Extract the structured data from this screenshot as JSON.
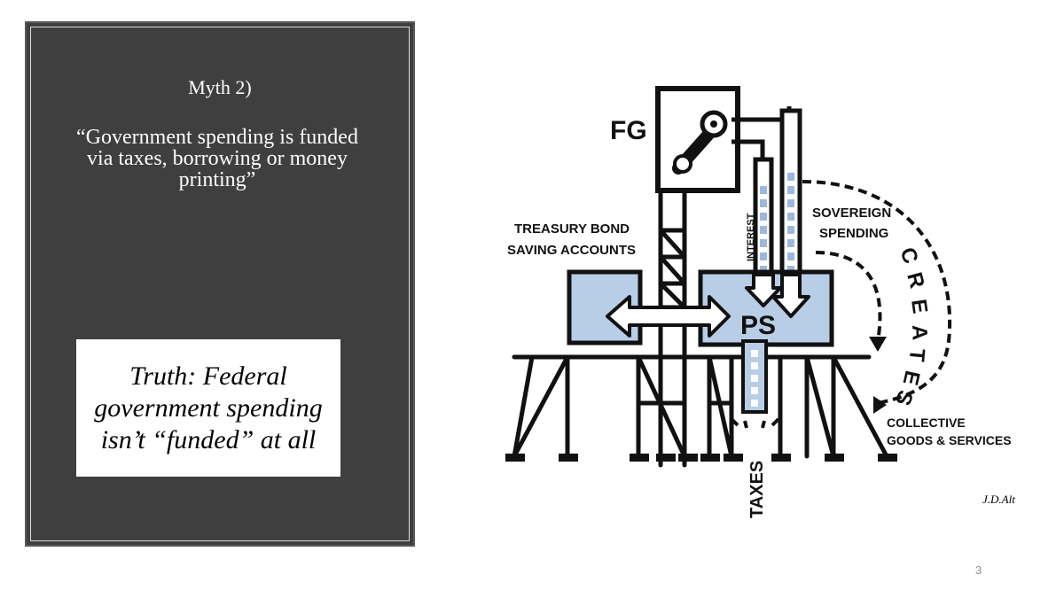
{
  "slide": {
    "myth_title": "Myth 2)",
    "myth_quote": "“Government spending is funded via taxes, borrowing or money printing”",
    "truth": "Truth: Federal government spending isn’t “funded” at all",
    "credit": "J.D.Alt",
    "slide_number": "3"
  },
  "diagram": {
    "labels": {
      "fg": "FG",
      "ps": "PS",
      "treasury_line1": "TREASURY BOND",
      "treasury_line2": "SAVING ACCOUNTS",
      "interest": "INTEREST",
      "sovereign_line1": "SOVEREIGN",
      "sovereign_line2": "SPENDING",
      "creates": [
        "C",
        "R",
        "E",
        "A",
        "T",
        "E",
        "S"
      ],
      "collective_line1": "COLLECTIVE",
      "collective_line2": "GOODS & SERVICES",
      "taxes": "TAXES"
    },
    "colors": {
      "tank_fill": "#b8cde6",
      "ink": "#111111"
    }
  }
}
